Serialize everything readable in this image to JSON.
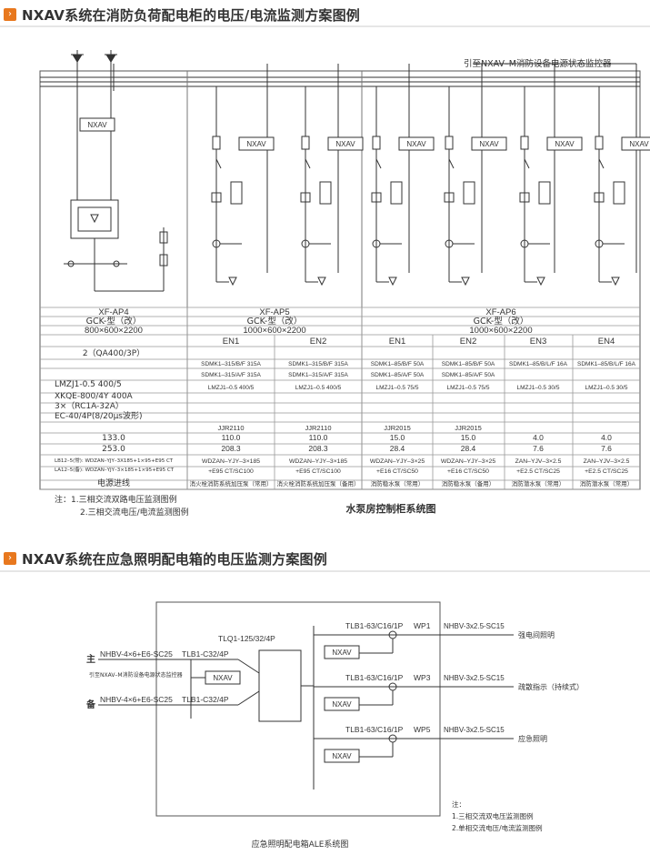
{
  "section1": {
    "title": "NXAV系统在消防负荷配电柜的电压/电流监测方案图例",
    "monitor_note": "引至NXAV–M消防设备电源状态监控器",
    "nxav": "NXAV",
    "panels": [
      {
        "name": "XF-AP4",
        "type": "GCK-型（改）",
        "size": "800×600×2200"
      },
      {
        "name": "XF-AP5",
        "type": "GCK-型（改）",
        "size": "1000×600×2200"
      },
      {
        "name": "XF-AP6",
        "type": "GCK-型（改）",
        "size": "1000×600×2200"
      }
    ],
    "col_heads": [
      "EN1",
      "EN2",
      "EN1",
      "EN2",
      "EN3",
      "EN4"
    ],
    "ap4_rows": [
      "2（QA400/3P）",
      "LMZJ1-0.5 400/5",
      "XKQE-800/4Y 400A",
      "3×（RC1A-32A）",
      "EC-40/4P(8/20μs波形)",
      "",
      "133.0",
      "253.0",
      "LB12–5(常): WDZAN–YJY–3X185+1×95+E95 CT",
      "LA12–5(备): WDZAN–YJY–3×185+1×95+E95 CT",
      "电源进线"
    ],
    "switch_rows": [
      "SDMK1–315/B/F 315A",
      "SDMK1–315/B/F 315A",
      "SDMK1–85/B/F 50A",
      "SDMK1–85/B/F 50A",
      "SDMK1–85/B/L/F 16A",
      "SDMK1–85/B/L/F 16A"
    ],
    "switch_rows2": [
      "SDMK1–315/A/F 315A",
      "SDMK1–315/A/F 315A",
      "SDMK1–85/A/F 50A",
      "SDMK1–85/A/F 50A",
      "",
      ""
    ],
    "ct_rows": [
      "LMZJ1–0.5 400/5",
      "LMZJ1–0.5 400/5",
      "LMZJ1–0.5 75/5",
      "LMZJ1–0.5 75/5",
      "LMZJ1–0.5 30/5",
      "LMZJ1–0.5 30/5"
    ],
    "starter_rows": [
      "JJR2110",
      "JJR2110",
      "JJR2015",
      "JJR2015",
      "",
      ""
    ],
    "power_rows": [
      "110.0",
      "110.0",
      "15.0",
      "15.0",
      "4.0",
      "4.0"
    ],
    "current_rows": [
      "208.3",
      "208.3",
      "28.4",
      "28.4",
      "7.6",
      "7.6"
    ],
    "cable_rows": [
      "WDZAN–YJY–3×185",
      "WDZAN–YJY–3×185",
      "WDZAN–YJY–3×25",
      "WDZAN–YJY–3×25",
      "ZAN–YJV–3×2.5",
      "ZAN–YJV–3×2.5"
    ],
    "cable_rows2": [
      "+E95 CT/SC100",
      "+E95 CT/SC100",
      "+E16 CT/SC50",
      "+E16 CT/SC50",
      "+E2.5 CT/SC25",
      "+E2.5 CT/SC25"
    ],
    "use_rows": [
      "消火栓消防系统加压泵（常用）",
      "消火栓消防系统加压泵（备用）",
      "消防稳水泵（常用）",
      "消防稳水泵（备用）",
      "消防潜水泵（常用）",
      "消防潜水泵（常用）"
    ],
    "notes_label": "注：",
    "notes": [
      "1.三相交流双路电压监测图例",
      "2.三相交流电压/电流监测图例"
    ],
    "caption": "水泵房控制柜系统图"
  },
  "section2": {
    "title": "NXAV系统在应急照明配电箱的电压监测方案图例",
    "main_label": "主",
    "backup_label": "备",
    "main_cable": "NHBV-4×6+E6-SC25",
    "backup_cable": "NHBV-4×6+E6-SC25",
    "main_breaker": "TLB1-C32/4P",
    "backup_breaker": "TLB1-C32/4P",
    "ats": "TLQ1-125/32/4P",
    "monitor_note": "引至NXAV–M消防设备电源状态监控器",
    "nxav": "NXAV",
    "circuits": [
      {
        "breaker": "TLB1-63/C16/1P",
        "code": "WP1",
        "cable": "NHBV-3x2.5-SC15",
        "load": "强电间照明"
      },
      {
        "breaker": "TLB1-63/C16/1P",
        "code": "WP3",
        "cable": "NHBV-3x2.5-SC15",
        "load": "疏散指示（持续式）"
      },
      {
        "breaker": "TLB1-63/C16/1P",
        "code": "WP5",
        "cable": "NHBV-3x2.5-SC15",
        "load": "应急照明"
      }
    ],
    "notes_label": "注：",
    "notes": [
      "1.三相交流双电压监测图例",
      "2.单相交流电压/电流监测图例"
    ],
    "caption": "应急照明配电箱ALE系统图"
  },
  "colors": {
    "accent": "#e8781e",
    "line": "#333333",
    "grid": "#888888"
  }
}
